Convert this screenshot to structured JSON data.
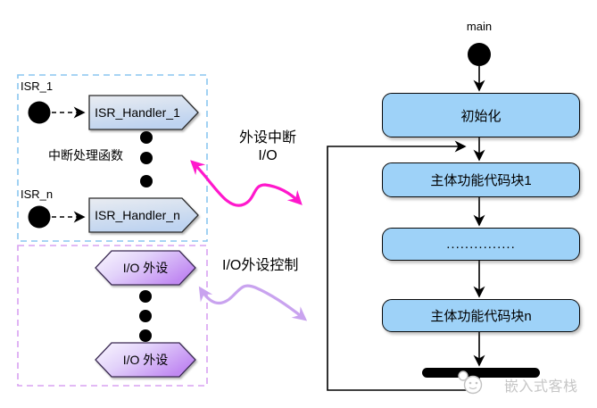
{
  "isr_section": {
    "label_1": "ISR_1",
    "label_n": "ISR_n",
    "handler_1": "ISR_Handler_1",
    "handler_n": "ISR_Handler_n",
    "caption": "中断处理函数"
  },
  "io_section": {
    "device_1": "I/O 外设",
    "device_2": "I/O 外设"
  },
  "annotations": {
    "interrupt_line1": "外设中断",
    "interrupt_line2": "I/O",
    "io_control": "I/O外设控制"
  },
  "main_flow": {
    "entry_label": "main",
    "steps": [
      "初始化",
      "主体功能代码块1",
      "...............",
      "主体功能代码块n"
    ]
  },
  "watermark": {
    "text": "嵌入式客栈"
  },
  "colors": {
    "activity_fill": "#9ed2f8",
    "isr_frame_dash": "#8ac6f0",
    "io_frame_dash": "#d9a2f2",
    "interrupt_arrow": "#ff18cc",
    "control_arrow": "#c9a3ef",
    "handler_gradient_start": "#e9ecf1",
    "handler_gradient_end": "#bed3f0",
    "device_gradient_start": "#faf7ff",
    "device_gradient_end": "#c18af2"
  }
}
